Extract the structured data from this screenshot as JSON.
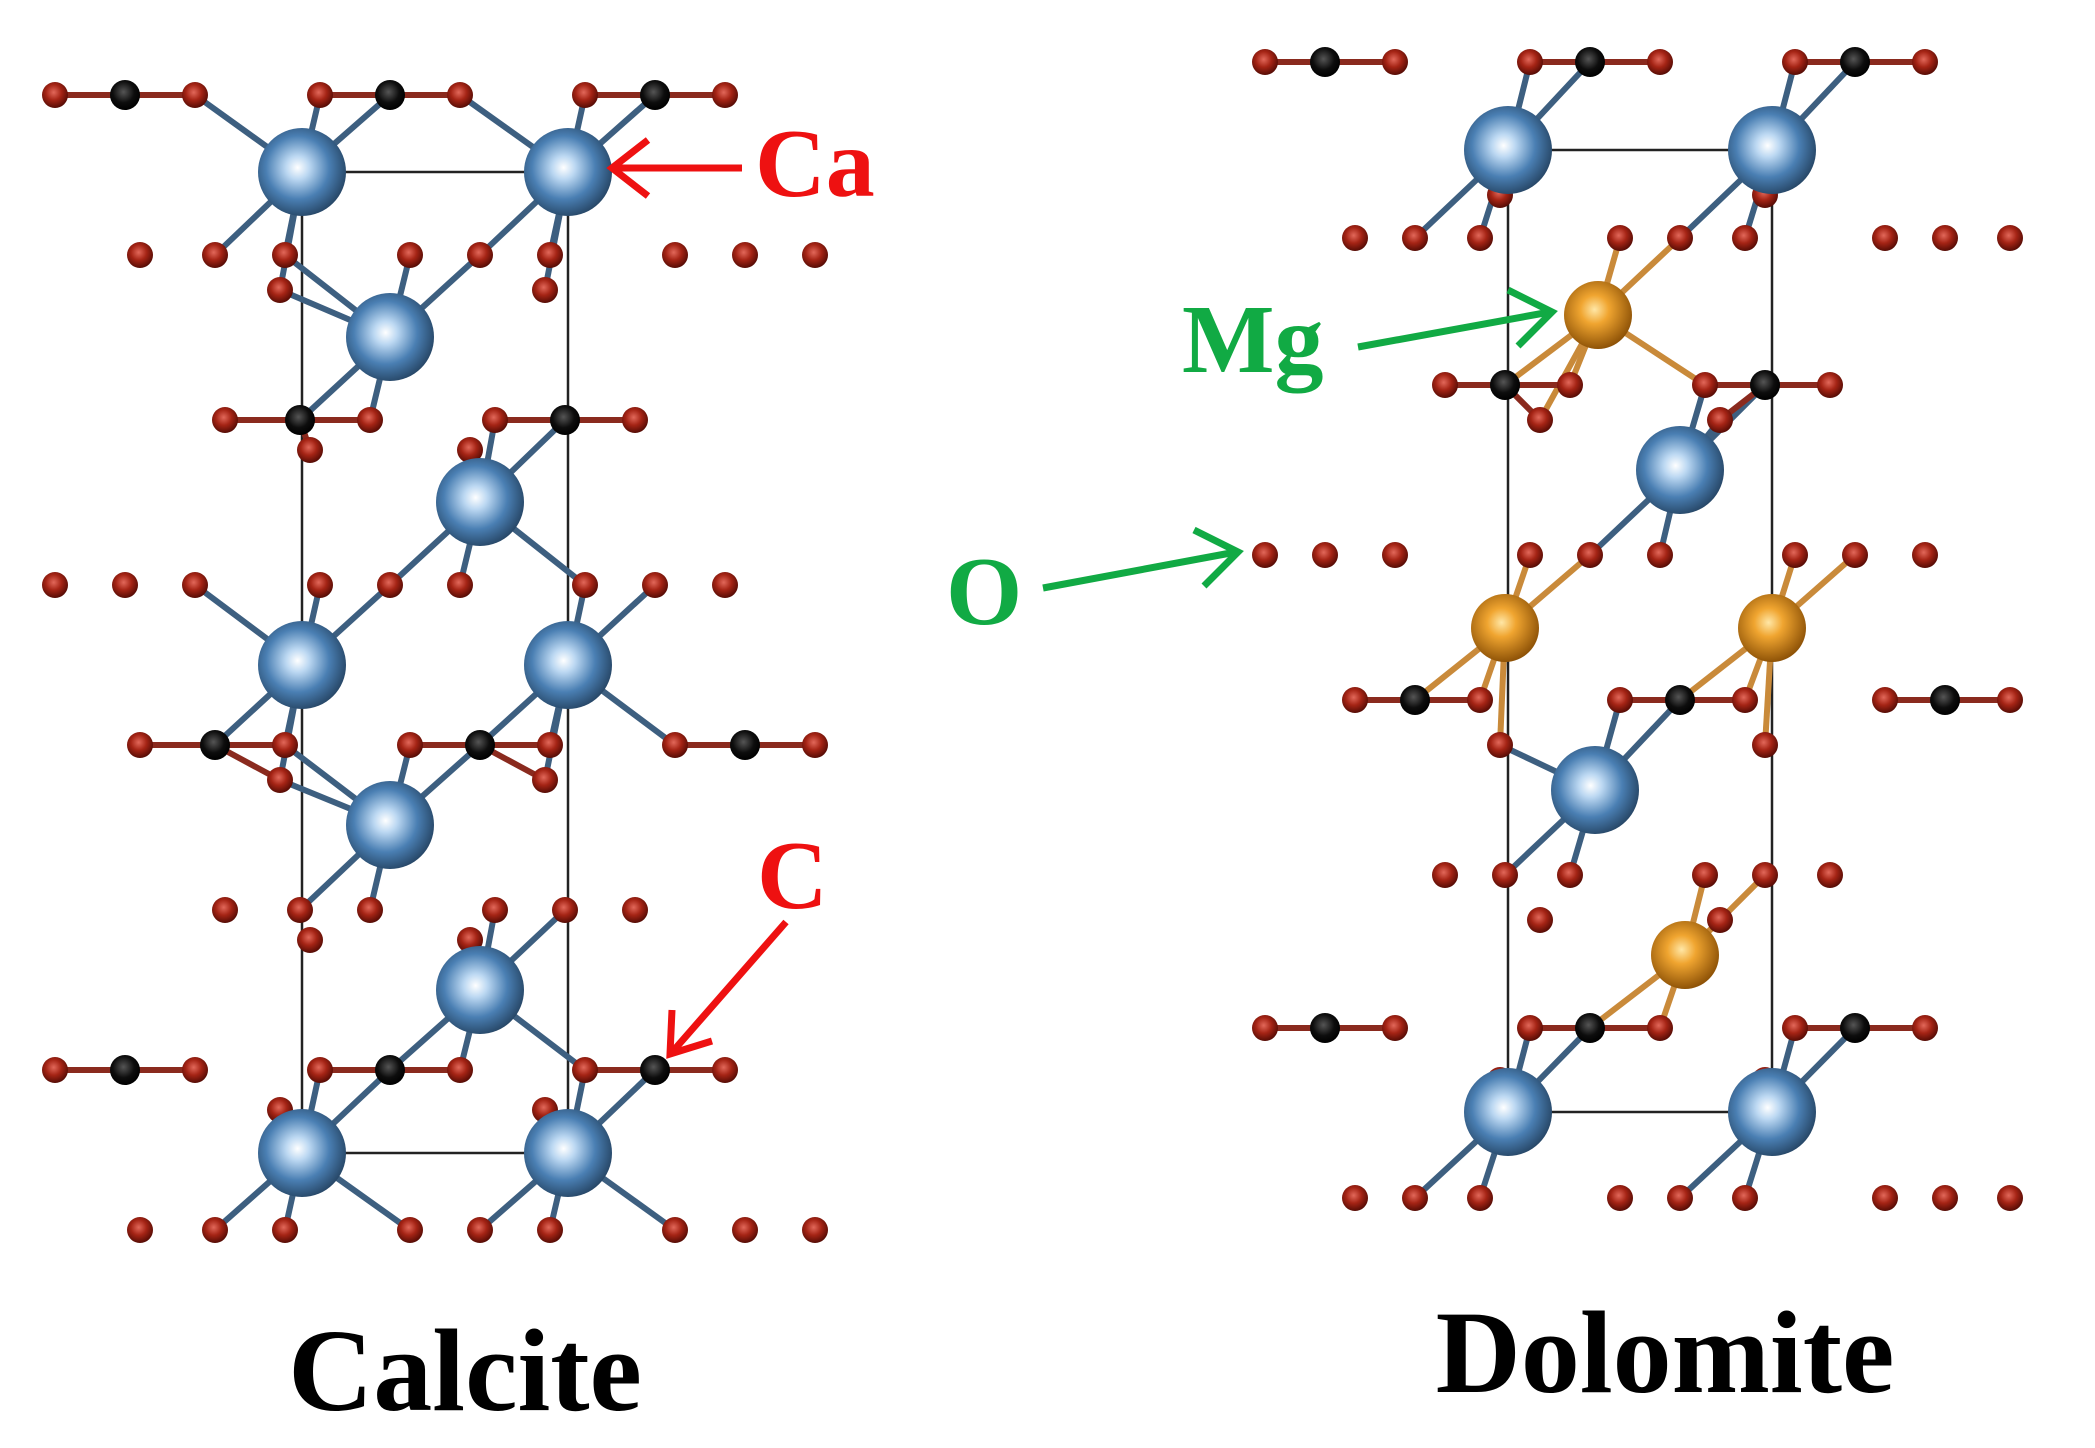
{
  "panels": [
    {
      "title": "Calcite",
      "labels": [
        {
          "text": "Ca",
          "color": "#ee1111"
        },
        {
          "text": "C",
          "color": "#ee1111"
        }
      ]
    },
    {
      "title": "Dolomite",
      "labels": [
        {
          "text": "Mg",
          "color": "#11aa44"
        },
        {
          "text": "O",
          "color": "#11aa44"
        }
      ]
    }
  ],
  "colors": {
    "ca_atom": "#4a7fb3",
    "mg_atom": "#e2951a",
    "c_atom": "#0d0d0d",
    "o_atom": "#a52415",
    "bond_ca": "#3d5f80",
    "bond_mg": "#c98a3a",
    "bond_co": "#8a2a1e",
    "cell": "#222222"
  }
}
